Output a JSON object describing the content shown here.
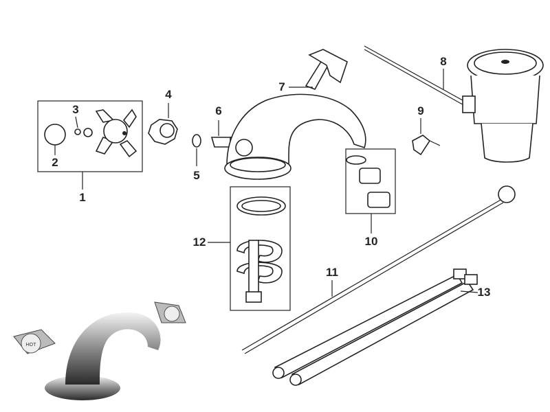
{
  "diagram": {
    "type": "exploded-parts-view",
    "labels": [
      "1",
      "2",
      "3",
      "4",
      "5",
      "6",
      "7",
      "8",
      "9",
      "10",
      "11",
      "12",
      "13"
    ],
    "photo_text": "HOT"
  }
}
